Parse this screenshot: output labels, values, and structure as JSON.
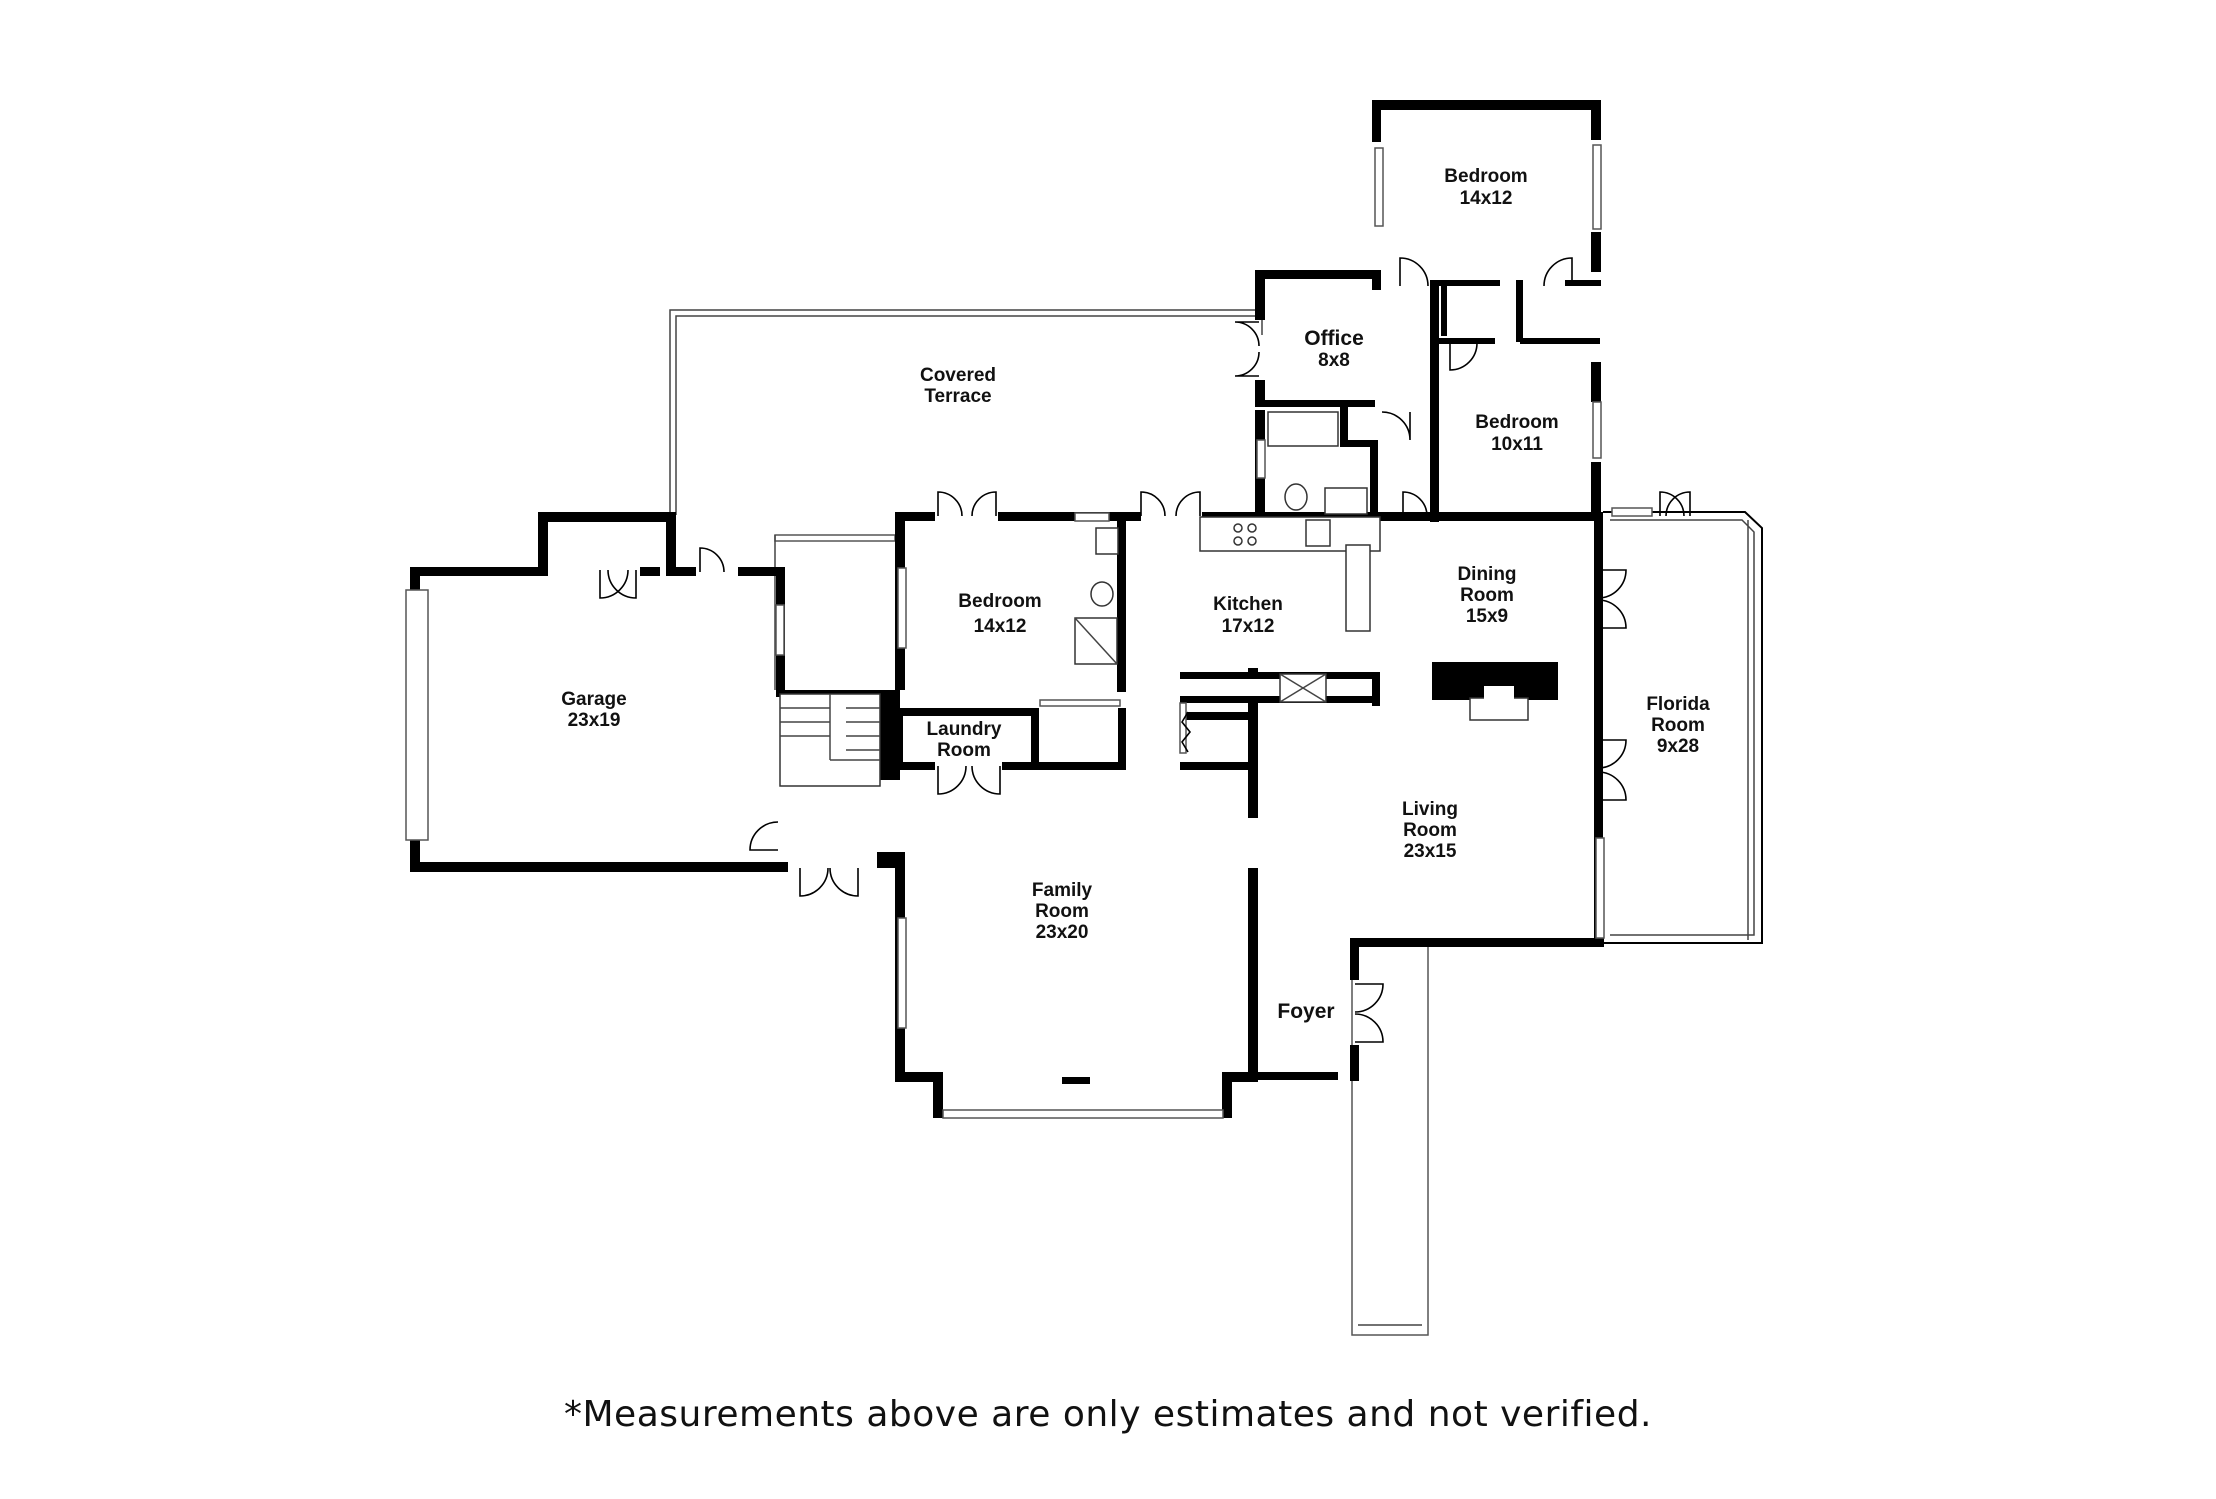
{
  "rooms": {
    "bedroom_top": {
      "name": "Bedroom",
      "size": "14x12"
    },
    "office": {
      "name": "Office",
      "size": "8x8"
    },
    "bedroom_right": {
      "name": "Bedroom",
      "size": "10x11"
    },
    "covered_terrace": {
      "line1": "Covered",
      "line2": "Terrace"
    },
    "bedroom_mid": {
      "name": "Bedroom",
      "size": "14x12"
    },
    "kitchen": {
      "name": "Kitchen",
      "size": "17x12"
    },
    "dining": {
      "line1": "Dining",
      "line2": "Room",
      "size": "15x9"
    },
    "garage": {
      "name": "Garage",
      "size": "23x19"
    },
    "laundry": {
      "line1": "Laundry",
      "line2": "Room"
    },
    "florida": {
      "line1": "Florida",
      "line2": "Room",
      "size": "9x28"
    },
    "living": {
      "line1": "Living",
      "line2": "Room",
      "size": "23x15"
    },
    "family": {
      "line1": "Family",
      "line2": "Room",
      "size": "23x20"
    },
    "foyer": {
      "name": "Foyer"
    }
  },
  "disclaimer": "*Measurements above are only estimates and not verified."
}
